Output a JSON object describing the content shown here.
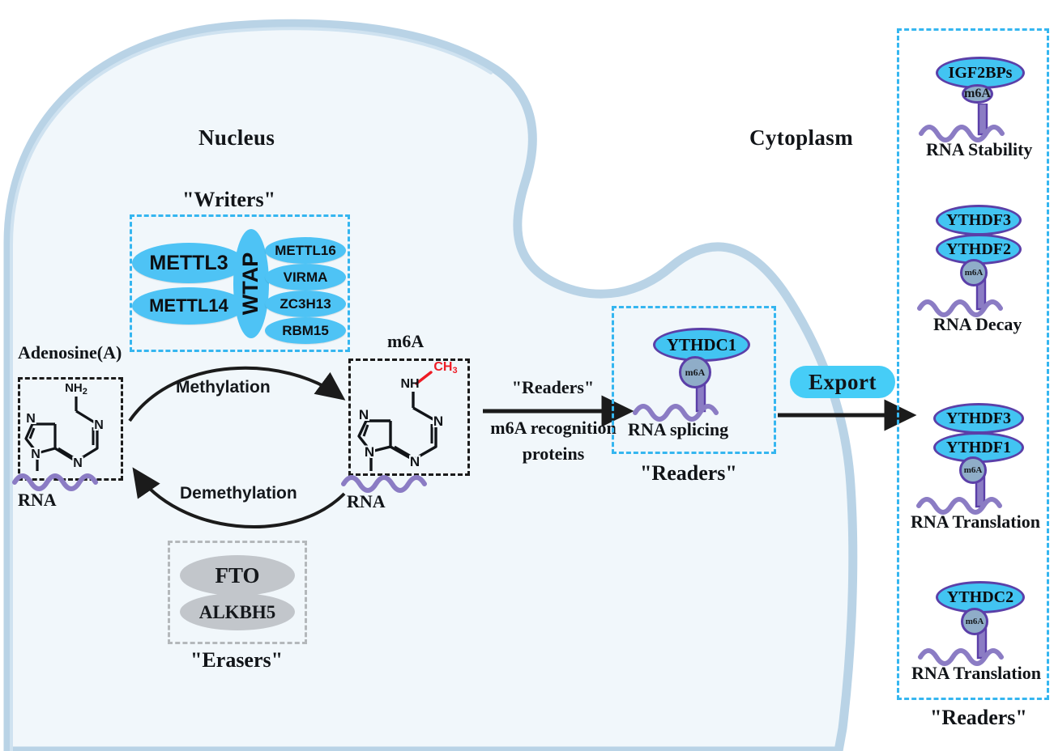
{
  "diagram": {
    "title_nucleus": "Nucleus",
    "title_cytoplasm": "Cytoplasm",
    "colors": {
      "cell_fill": "#f1f7fb",
      "cell_membrane": "#b9d3e6",
      "writer_blue": "#4ec3f5",
      "eraser_gray": "#c2c6cb",
      "reader_cyan": "#42c4f2",
      "reader_outline": "#5b3fa8",
      "m6a_knob": "#8fadc8",
      "rna_purple": "#8b7cc4",
      "dash_blue": "#35b6f0",
      "dash_gray": "#b4b8bb",
      "methyl_red": "#ee1c25",
      "export_cyan": "#46cdf7",
      "arrow_black": "#1b1b1b"
    }
  },
  "writers": {
    "caption": "\"Writers\"",
    "core": [
      {
        "label": "METTL3"
      },
      {
        "label": "METTL14"
      }
    ],
    "hub": {
      "label": "WTAP"
    },
    "cofactors": [
      {
        "label": "METTL16"
      },
      {
        "label": "VIRMA"
      },
      {
        "label": "ZC3H13"
      },
      {
        "label": "RBM15"
      }
    ]
  },
  "erasers": {
    "caption": "\"Erasers\"",
    "items": [
      {
        "label": "FTO"
      },
      {
        "label": "ALKBH5"
      }
    ]
  },
  "structures": {
    "adenosine": {
      "title": "Adenosine(A)",
      "rna_label": "RNA",
      "amine_label": "NH",
      "amine_sub": "2",
      "ring_nitrogens": [
        "N",
        "N",
        "N",
        "N"
      ]
    },
    "m6a": {
      "title": "m6A",
      "rna_label": "RNA",
      "amine_label": "NH",
      "methyl_label": "CH",
      "methyl_sub": "3",
      "ring_nitrogens": [
        "N",
        "N",
        "N",
        "N"
      ]
    }
  },
  "reactions": {
    "methylation": "Methylation",
    "demethylation": "Demethylation"
  },
  "readers_arrow": {
    "top_label": "\"Readers\"",
    "bottom_label_line1": "m6A recognition",
    "bottom_label_line2": "proteins"
  },
  "nuclear_reader": {
    "caption": "\"Readers\"",
    "protein": "YTHDC1",
    "knob": "m6A",
    "function": "RNA splicing"
  },
  "export": {
    "label": "Export"
  },
  "cytoplasmic_readers": {
    "caption": "\"Readers\"",
    "groups": [
      {
        "proteins": [
          "IGF2BPs"
        ],
        "knob": "m6A",
        "function": "RNA Stability"
      },
      {
        "proteins": [
          "YTHDF3",
          "YTHDF2"
        ],
        "knob": "m6A",
        "function": "RNA Decay"
      },
      {
        "proteins": [
          "YTHDF3",
          "YTHDF1"
        ],
        "knob": "m6A",
        "function": "RNA Translation"
      },
      {
        "proteins": [
          "YTHDC2"
        ],
        "knob": "m6A",
        "function": "RNA Translation"
      }
    ]
  }
}
